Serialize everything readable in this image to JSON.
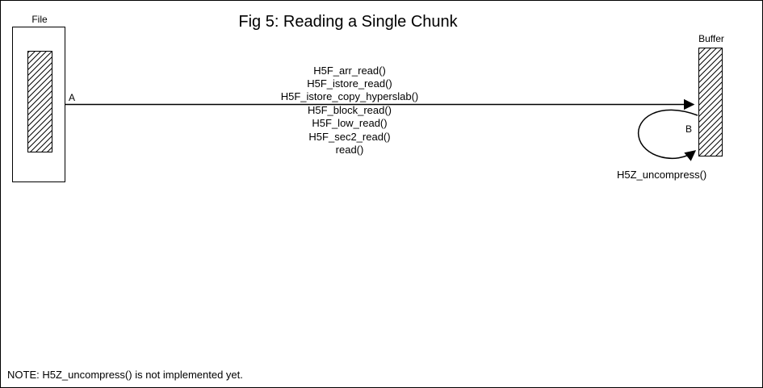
{
  "title": "Fig 5:  Reading a Single Chunk",
  "colors": {
    "foreground": "#000000",
    "background": "#ffffff"
  },
  "file": {
    "label": "File"
  },
  "buffer": {
    "label": "Buffer"
  },
  "flow": {
    "point_a_label": "A",
    "call_stack": [
      "H5F_arr_read()",
      "H5F_istore_read()",
      "H5F_istore_copy_hyperslab()",
      "H5F_block_read()",
      "H5F_low_read()",
      "H5F_sec2_read()",
      "read()"
    ]
  },
  "loop": {
    "point_b_label": "B",
    "function": "H5Z_uncompress()"
  },
  "note": "NOTE: H5Z_uncompress() is not implemented yet."
}
